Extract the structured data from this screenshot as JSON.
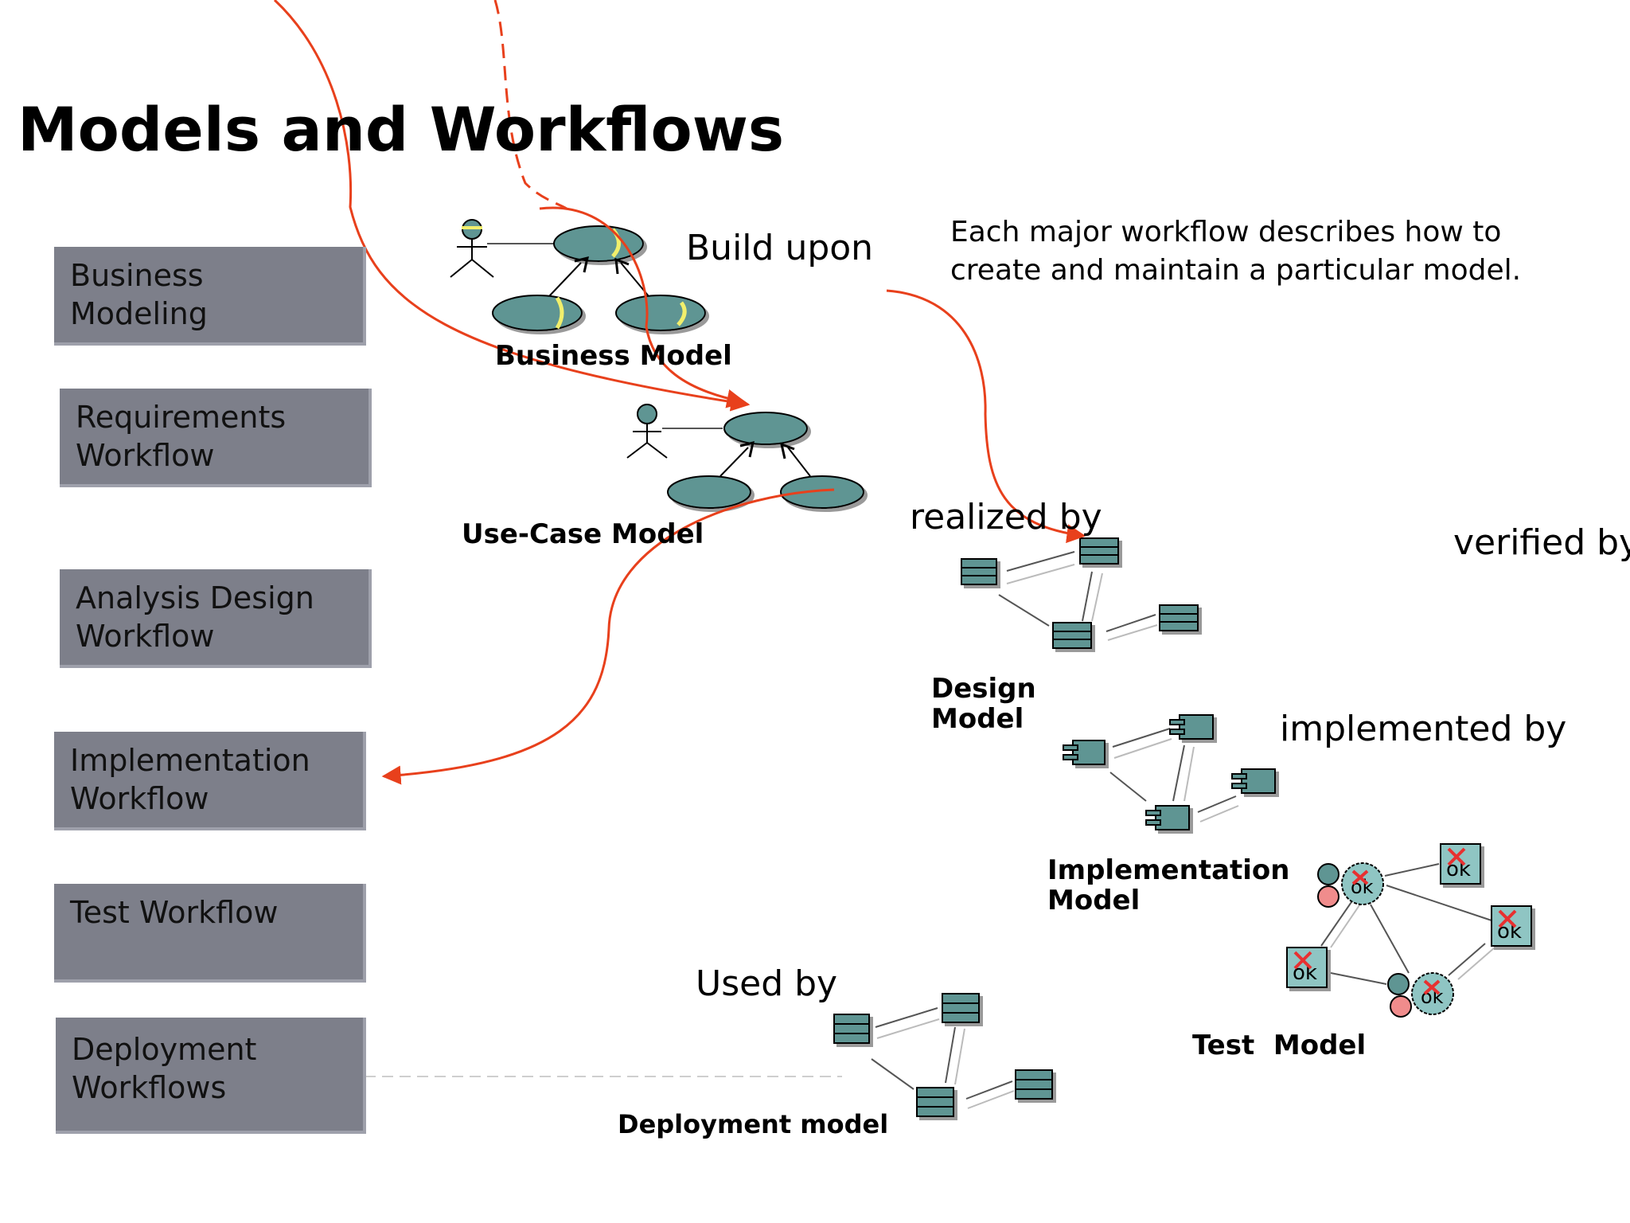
{
  "title": "Models and Workflows",
  "workflows": [
    {
      "label_1": "Business",
      "label_2": "Modeling"
    },
    {
      "label_1": "Requirements",
      "label_2": "Workflow"
    },
    {
      "label_1": "Analysis Design",
      "label_2": "Workflow"
    },
    {
      "label_1": "Implementation",
      "label_2": "Workflow"
    },
    {
      "label_1": "Test Workflow",
      "label_2": ""
    },
    {
      "label_1": "Deployment",
      "label_2": "Workflows"
    }
  ],
  "models": {
    "business": "Business Model",
    "use_case": "Use-Case Model",
    "design_1": "Design",
    "design_2": "Model",
    "implementation_1": "Implementation",
    "implementation_2": "Model",
    "test": "Test  Model",
    "deployment": "Deployment model"
  },
  "connectors": {
    "build_upon": "Build upon",
    "realized_by": "realized by",
    "verified_by": "verified by",
    "implemented_by": "implemented by",
    "used_by": "Used by"
  },
  "note": {
    "line_1": "Each major workflow describes how to",
    "line_2": "create and maintain a particular model."
  },
  "colors": {
    "box_fill": "#7d7f8a",
    "model_fill": "#5f9593",
    "arrow": "#e8401c",
    "highlight": "#f1ef6c"
  }
}
